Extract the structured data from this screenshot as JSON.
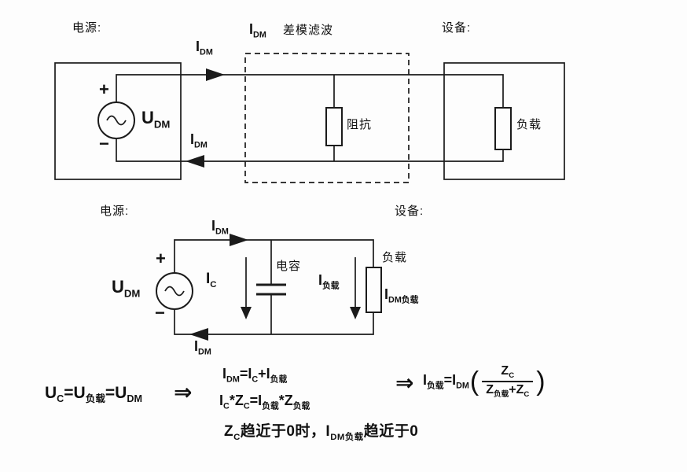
{
  "top_circuit": {
    "source_title": "电源:",
    "device_title": "设备:",
    "filter_title": "差模滤波",
    "filter_current": [
      "I",
      "_DM"
    ],
    "current_top": [
      "I",
      "_DM"
    ],
    "current_bottom": [
      "I",
      "_DM"
    ],
    "source_voltage": [
      "U",
      "_DM"
    ],
    "plus": "+",
    "minus": "−",
    "impedance_label": "阻抗",
    "load_label": "负载"
  },
  "bottom_circuit": {
    "source_title": "电源:",
    "device_title": "设备:",
    "current_top": [
      "I",
      "_DM"
    ],
    "current_bottom": [
      "I",
      "_DM"
    ],
    "source_voltage": [
      "U",
      "_DM"
    ],
    "plus": "+",
    "minus": "−",
    "cap_current": [
      "I",
      "_C"
    ],
    "cap_label": "电容",
    "load_current": [
      "I",
      "_负载"
    ],
    "load_label": "负载",
    "load_dm_current": [
      "I",
      "_DM负载"
    ]
  },
  "equations": {
    "voltage_eq": [
      "U",
      "_C",
      "=U",
      "_负载",
      "=U",
      "_DM"
    ],
    "implies_1": "⇒",
    "current_sum": [
      "I",
      "_DM",
      "=I",
      "_C",
      "+I",
      "_负载"
    ],
    "impedance_eq": [
      "I",
      "_C",
      "*Z",
      "_C",
      "=I",
      "_负载",
      "*Z",
      "_负载"
    ],
    "implies_2": "⇒",
    "result_prefix": [
      "I",
      "_负载",
      "=I",
      "_DM"
    ],
    "paren_open": "(",
    "frac_numerator": [
      "Z",
      "_C"
    ],
    "frac_denominator": [
      "Z",
      "_负载",
      "+Z",
      "_C"
    ],
    "paren_close": ")",
    "conclusion": [
      "Z",
      "_C",
      "趋近于0时，",
      "I",
      "_DM负载",
      "趋近于0"
    ]
  },
  "colors": {
    "line": "#1b1b1b",
    "text": "#111111",
    "background": "#fdfdfd"
  }
}
